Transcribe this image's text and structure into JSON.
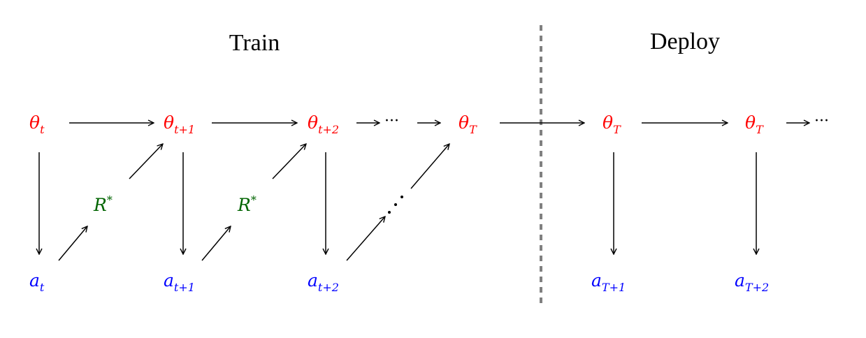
{
  "sections": {
    "train": "Train",
    "deploy": "Deploy"
  },
  "colors": {
    "parameter": "#ff0000",
    "action": "#0000ff",
    "reward": "#006400",
    "divider": "#808080",
    "arrow": "#000000"
  },
  "nodes": {
    "theta_t": {
      "base": "θ",
      "sub": "t"
    },
    "theta_t1": {
      "base": "θ",
      "sub": "t+1"
    },
    "theta_t2": {
      "base": "θ",
      "sub": "t+2"
    },
    "theta_T": {
      "base": "θ",
      "sub": "T"
    },
    "theta_T_dep1": {
      "base": "θ",
      "sub": "T"
    },
    "theta_T_dep2": {
      "base": "θ",
      "sub": "T"
    },
    "a_t": {
      "base": "a",
      "sub": "t"
    },
    "a_t1": {
      "base": "a",
      "sub": "t+1"
    },
    "a_t2": {
      "base": "a",
      "sub": "t+2"
    },
    "a_T1": {
      "base": "a",
      "sub": "T+1"
    },
    "a_T2": {
      "base": "a",
      "sub": "T+2"
    },
    "R1": {
      "base": "R",
      "sup": "*"
    },
    "R2": {
      "base": "R",
      "sup": "*"
    }
  },
  "ellipsis": "···"
}
